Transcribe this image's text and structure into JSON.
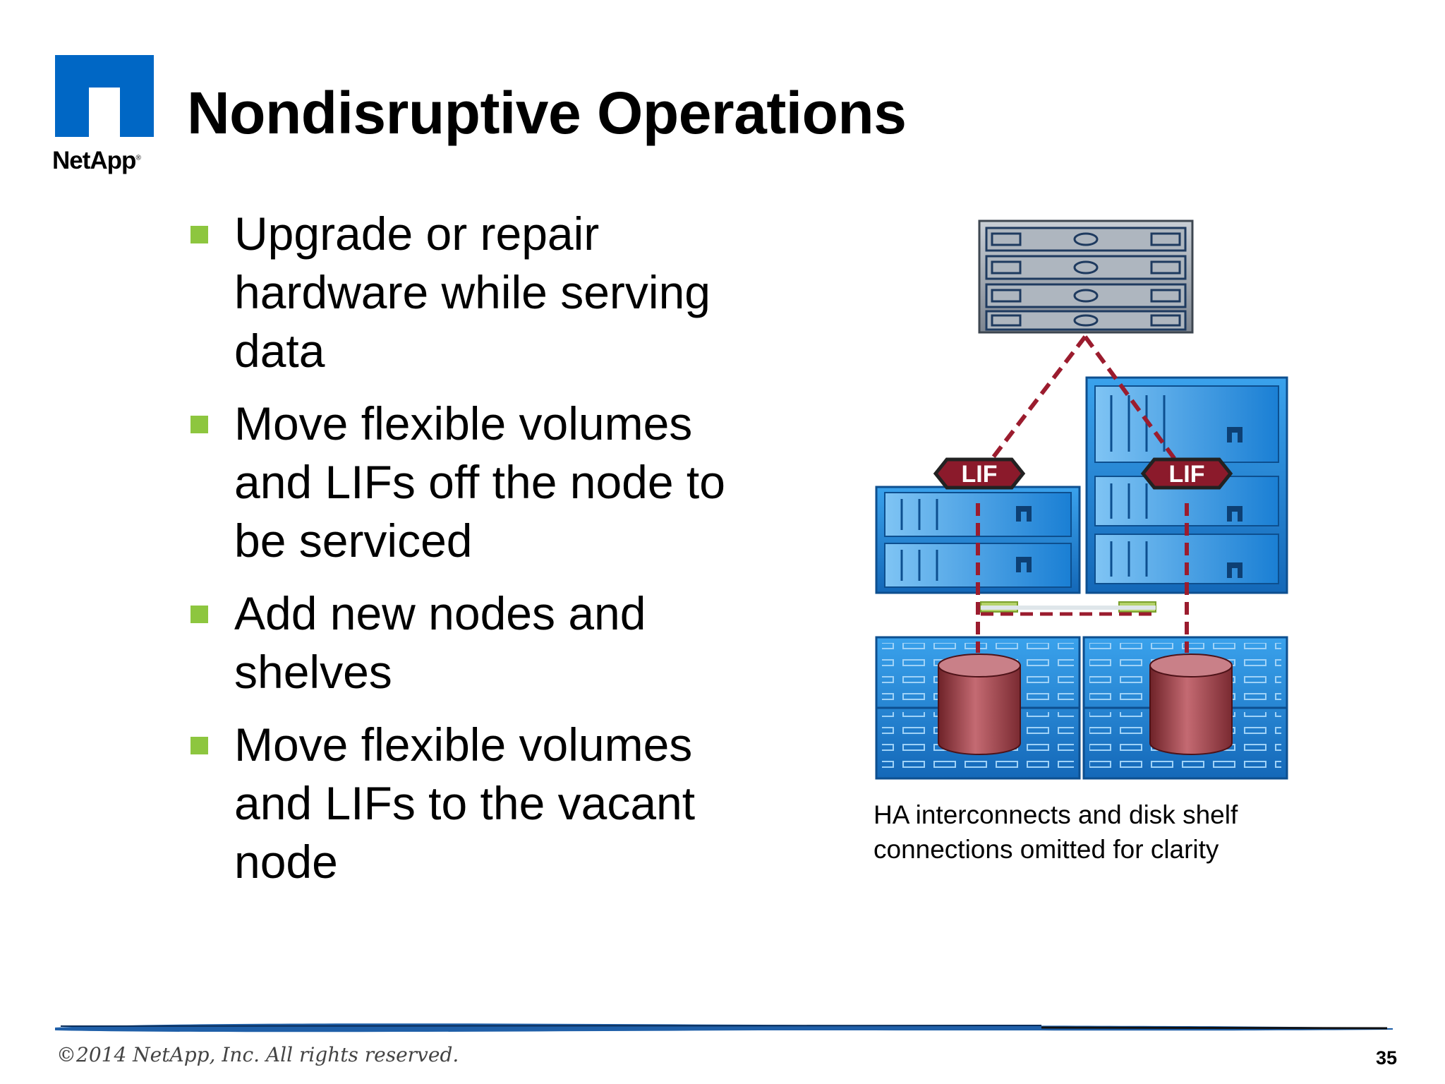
{
  "brand": {
    "name": "NetApp",
    "color": "#0067c5"
  },
  "slide": {
    "title": "Nondisruptive Operations",
    "bullets": [
      "Upgrade or repair hardware while serving data",
      "Move flexible volumes and LIFs off the node to be serviced",
      "Add new nodes and shelves",
      "Move flexible volumes and LIFs to the vacant node"
    ],
    "bullet_color": "#8dc63f"
  },
  "diagram": {
    "lif_label": "LIF",
    "caption": "HA interconnects and disk shelf connections omitted for clarity",
    "colors": {
      "hardware": "#1a7fd4",
      "lif": "#8b1a2b",
      "link": "#9b1c2e",
      "disk": "#a84a52"
    }
  },
  "footer": {
    "copyright": "©2014 NetApp, Inc. All rights reserved.",
    "page_number": "35"
  }
}
